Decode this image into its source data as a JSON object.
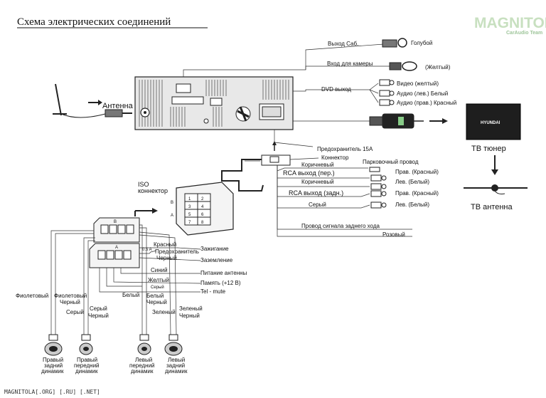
{
  "title": "Схема электрических соединений",
  "logo": {
    "text": "MAGNITOLA",
    "sub": "CarAudio Team"
  },
  "footer": "MAGNITOLA[.ORG] [.RU] [.NET]",
  "antenna": "Антенна",
  "outputs": {
    "sub_label": "Выход Саб.",
    "sub_color": "Голубой",
    "camera_label": "Вход для камеры",
    "camera_color": "(Желтый)",
    "dvd_label": "DVD выход",
    "video": "Видео (желтый)",
    "audio_left": "Аудио (лев.) Белый",
    "audio_right": "Аудио (прав.) Красный"
  },
  "tv": {
    "brand": "HYUNDAI",
    "tuner": "ТВ тюнер",
    "antenna": "ТВ антенна"
  },
  "fuse15": "Предохранитель 15А",
  "connector": "Коннектор",
  "rca": {
    "brown1": "Коричневый",
    "parking": "Парковочный провод",
    "front": "RCA выход (пер.)",
    "right_red1": "Прав. (Красный)",
    "brown2": "Коричневый",
    "left_white1": "Лев. (Белый)",
    "rear": "RCA выход (задн.)",
    "right_red2": "Прав. (Красный)",
    "grey": "Серый",
    "left_white2": "Лев. (Белый)",
    "reverse": "Провод сигнала заднего хода",
    "pink": "Розовый"
  },
  "iso": {
    "label1": "ISO",
    "label2": "коннектор",
    "b": "B",
    "a": "A"
  },
  "plugB": "B",
  "plugA": "A",
  "power": {
    "red": "Красный",
    "amp": "0.5 A",
    "fuse": "Предохранитель",
    "black": "Черный",
    "ignition": "Зажигание",
    "ground": "Заземление",
    "blue": "Синий",
    "antenna_power": "Питание антенны",
    "yellow": "Желтый",
    "memory": "Память (+12 В)",
    "grey": "Серый",
    "tel_mute": "Tel - mute",
    "white": "Белый"
  },
  "speakers": {
    "violet": "Фиолетовый",
    "violet_black1": "Фиолетовый",
    "violet_black2": "Черный",
    "grey": "Серый",
    "grey_black1": "Серый",
    "grey_black2": "Черный",
    "white_black1": "Белый",
    "white_black2": "Черный",
    "green": "Зеленый",
    "green_black1": "Зеленый",
    "green_black2": "Черный",
    "rr1": "Правый",
    "rr2": "задний",
    "rr3": "динамик",
    "rf1": "Правый",
    "rf2": "передний",
    "rf3": "динамик",
    "lf1": "Левый",
    "lf2": "передний",
    "lf3": "динамик",
    "lr1": "Левый",
    "lr2": "задний",
    "lr3": "динамик"
  },
  "iso_pins": [
    "1",
    "2",
    "3",
    "4",
    "5",
    "6",
    "7",
    "8"
  ]
}
